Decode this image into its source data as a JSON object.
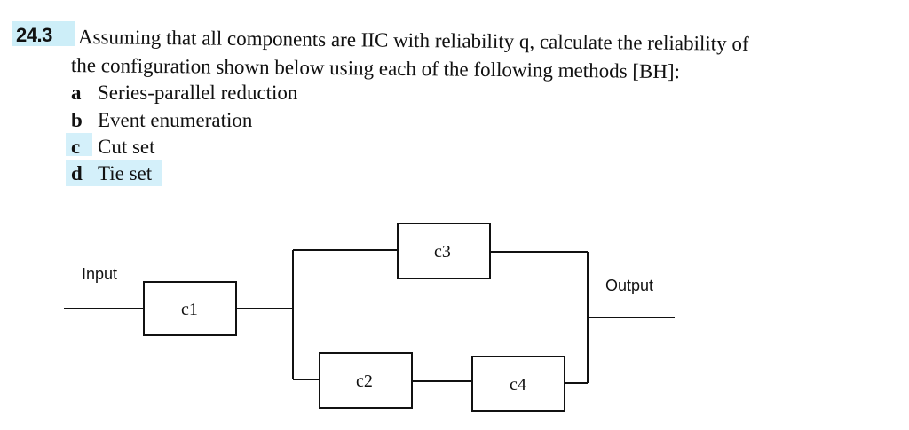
{
  "problem": {
    "number": "24.3",
    "line1": "Assuming that all components are IIC with reliability q, calculate the reliability of",
    "line2": "the configuration shown below using each of the following methods [BH]:"
  },
  "methods": [
    {
      "key": "a",
      "label": "Series-parallel reduction"
    },
    {
      "key": "b",
      "label": "Event enumeration"
    },
    {
      "key": "c",
      "label": "Cut set"
    },
    {
      "key": "d",
      "label": "Tie set"
    }
  ],
  "diagram": {
    "input_label": "Input",
    "output_label": "Output",
    "components": [
      "c1",
      "c2",
      "c3",
      "c4"
    ]
  }
}
